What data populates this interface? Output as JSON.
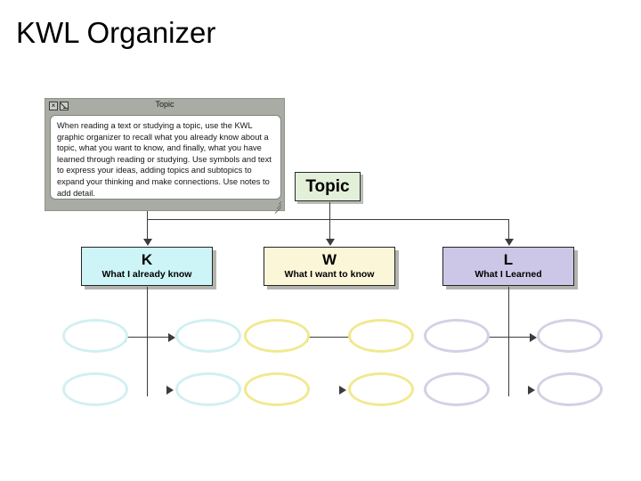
{
  "slide": {
    "title": "KWL Organizer"
  },
  "note_window": {
    "title": "Topic",
    "close_icon": "close-x-icon",
    "close_glyph": "×",
    "resize_icon": "resize-arrow-icon",
    "grip_icon": "resize-grip-icon",
    "body_text": "When reading a text or studying a topic, use the KWL graphic organizer to recall what you already know about a topic, what you want to know, and finally, what you have learned through reading or studying. Use symbols and text to express your ideas, adding topics and subtopics to expand your thinking and make connections. Use notes to add detail."
  },
  "topic_node": {
    "label": "Topic",
    "fill": "#e3f0d9"
  },
  "columns": [
    {
      "id": "k",
      "letter": "K",
      "subtitle": "What I already know",
      "fill": "#cdf4f7",
      "ellipse_border": "#d2eff2",
      "has_center_line": true,
      "ellipses": [
        {
          "row": 1,
          "side": "left",
          "label": ""
        },
        {
          "row": 1,
          "side": "right",
          "label": ""
        },
        {
          "row": 2,
          "side": "left",
          "label": ""
        },
        {
          "row": 2,
          "side": "right",
          "label": ""
        }
      ]
    },
    {
      "id": "w",
      "letter": "W",
      "subtitle": "What I want to know",
      "fill": "#fcf6d9",
      "ellipse_border": "#f2e88f",
      "has_center_line": false,
      "ellipses": [
        {
          "row": 1,
          "side": "left",
          "label": ""
        },
        {
          "row": 1,
          "side": "right",
          "label": ""
        },
        {
          "row": 2,
          "side": "left",
          "label": ""
        },
        {
          "row": 2,
          "side": "right",
          "label": ""
        }
      ]
    },
    {
      "id": "l",
      "letter": "L",
      "subtitle": "What I Learned",
      "fill": "#ccc7e6",
      "ellipse_border": "#d6cfe4",
      "has_center_line": true,
      "ellipses": [
        {
          "row": 1,
          "side": "left",
          "label": ""
        },
        {
          "row": 1,
          "side": "right",
          "label": ""
        },
        {
          "row": 2,
          "side": "left",
          "label": ""
        },
        {
          "row": 2,
          "side": "right",
          "label": ""
        }
      ]
    }
  ],
  "colors": {
    "background": "#ffffff",
    "line": "#3c3c3c",
    "note_chrome": "#a8aca4",
    "shadow": "#b3b4ae"
  }
}
